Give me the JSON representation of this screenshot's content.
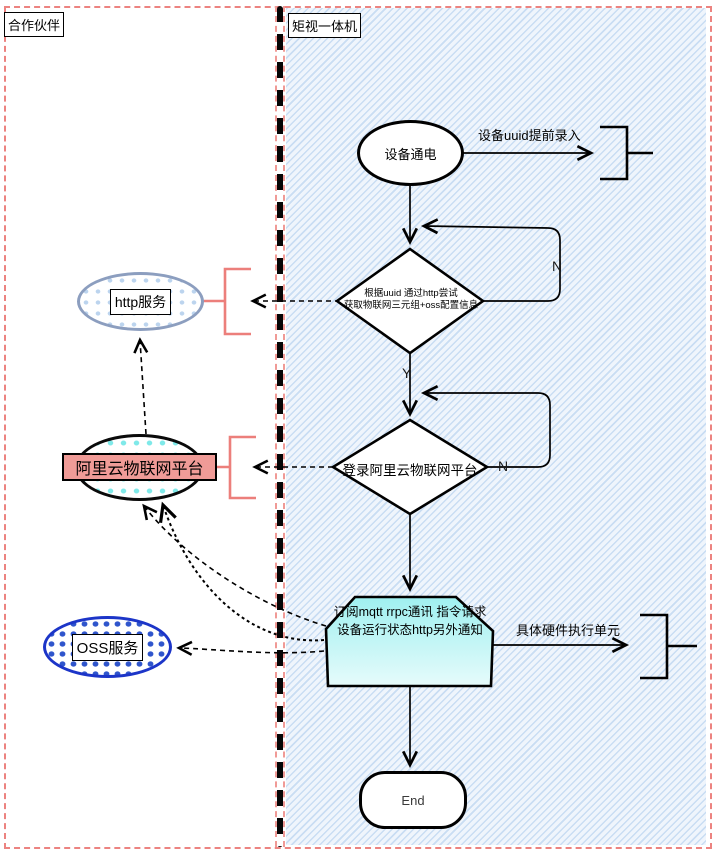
{
  "lanes": {
    "left": {
      "title": "合作伙伴"
    },
    "right": {
      "title": "矩视一体机"
    }
  },
  "nodes": {
    "start": {
      "label": "设备通电"
    },
    "decision_http": {
      "line1": "根据uuid 通过http尝试",
      "line2": "获取物联网三元组+oss配置信息",
      "no_label": "N",
      "yes_label": "Y"
    },
    "decision_login": {
      "label": "登录阿里云物联网平台",
      "no_label": "N"
    },
    "process_mqtt": {
      "line1": "订阅mqtt rrpc通讯 指令请求",
      "line2": "设备运行状态http另外通知"
    },
    "end": {
      "label": "End"
    },
    "http_service": {
      "label": "http服务"
    },
    "aliyun_iot": {
      "label": "阿里云物联网平台"
    },
    "oss_service": {
      "label": "OSS服务"
    }
  },
  "edge_labels": {
    "uuid_note": "设备uuid提前录入",
    "hardware_note": "具体硬件执行单元"
  },
  "colors": {
    "lane_border": "#ec8380",
    "hatch_line": "#c9ddf3",
    "aliyun_label_bg": "#f09b97",
    "process_fill_top": "#9ff0f0",
    "http_border": "#8c9ebf",
    "oss_border": "#1c35c8",
    "bracket_red": "#ec7f7b"
  }
}
